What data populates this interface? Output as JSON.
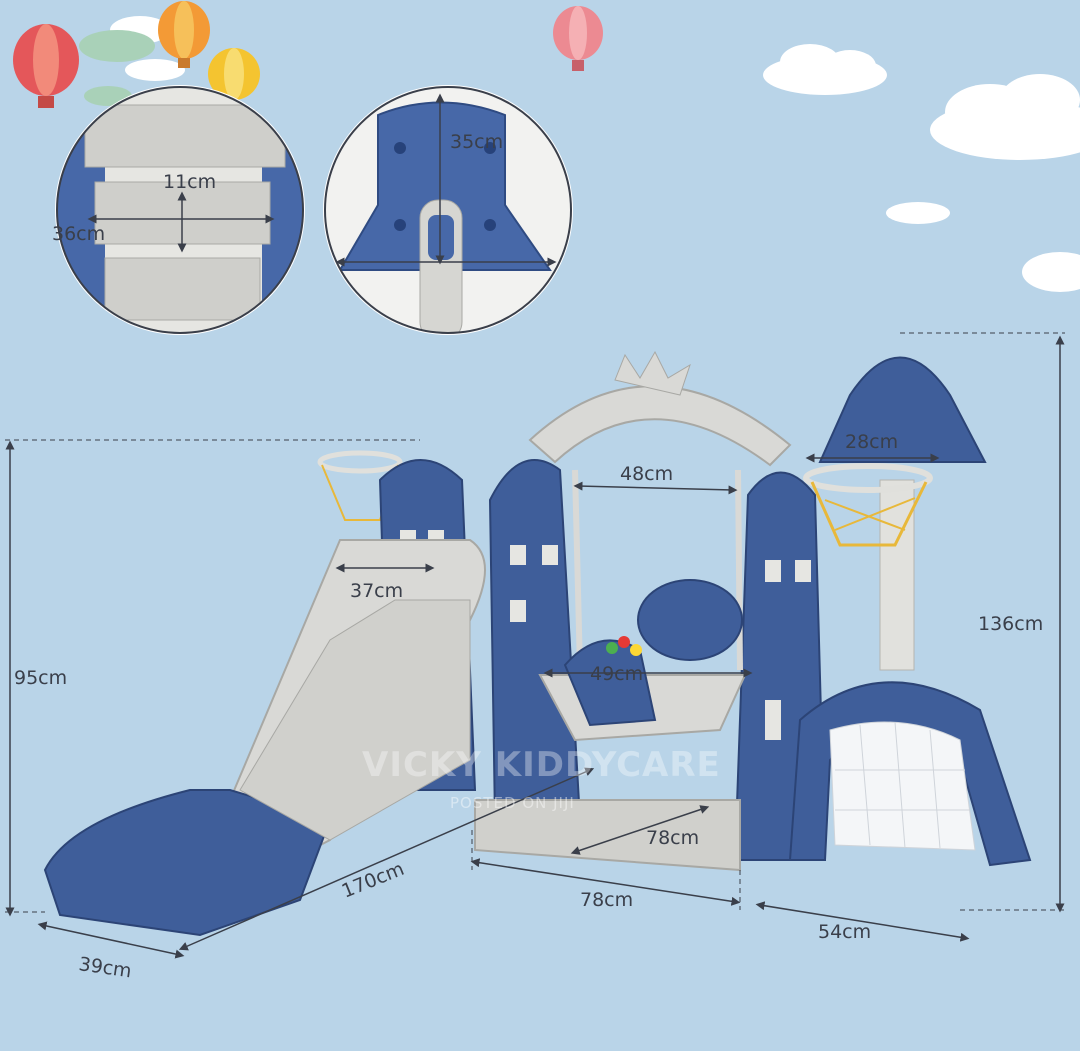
{
  "colors": {
    "background": "#b9d4e8",
    "primary_blue": "#3f5e9a",
    "light_grey": "#d9d9d6",
    "basket_net": "#e8b83a"
  },
  "dimensions": {
    "step_height": "11cm",
    "step_width": "36cm",
    "backboard_height": "35cm",
    "slide_width": "37cm",
    "swing_top_width": "48cm",
    "hoop_width": "28cm",
    "seat_width": "49cm",
    "total_height": "136cm",
    "slide_tower_height": "95cm",
    "slide_length": "170cm",
    "slide_base_width": "39cm",
    "swing_base_length": "78cm",
    "swing_base_depth": "78cm",
    "goal_depth": "54cm"
  },
  "watermark": {
    "brand": "VICKY KIDDYCARE",
    "posted": "POSTED ON JIJI"
  }
}
